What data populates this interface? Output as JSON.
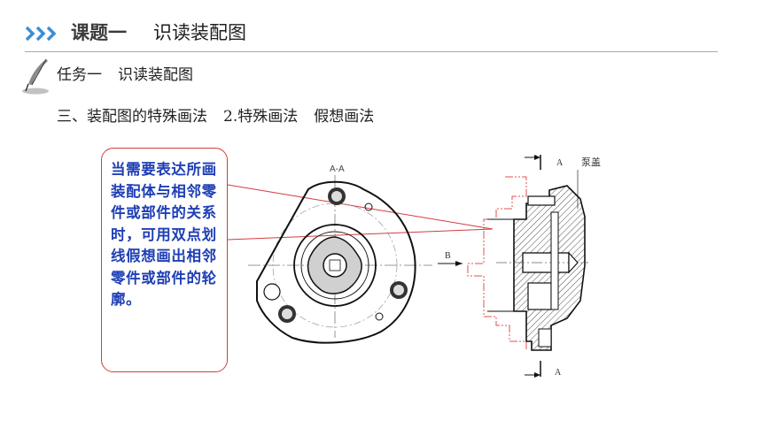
{
  "header": {
    "title_main": "课题一",
    "title_sub": "识读装配图"
  },
  "task": {
    "label": "任务一",
    "name": "识读装配图"
  },
  "section": {
    "part1": "三、装配图的特殊画法",
    "part2": "2.特殊画法",
    "part3": "假想画法"
  },
  "callout": {
    "text": "当需要表达所画装配体与相邻零件或部件的关系时，可用双点划线假想画出相邻零件或部件的轮廓。"
  },
  "drawing_labels": {
    "section_view": "A-A",
    "cut_a_top": "A",
    "cut_a_bottom": "A",
    "cut_b": "B",
    "pump_cover": "泵盖"
  },
  "colors": {
    "accent_blue": "#3a8fd6",
    "callout_border": "#d23c3c",
    "callout_text": "#1f3fb5",
    "phantom_line": "#e05050"
  }
}
